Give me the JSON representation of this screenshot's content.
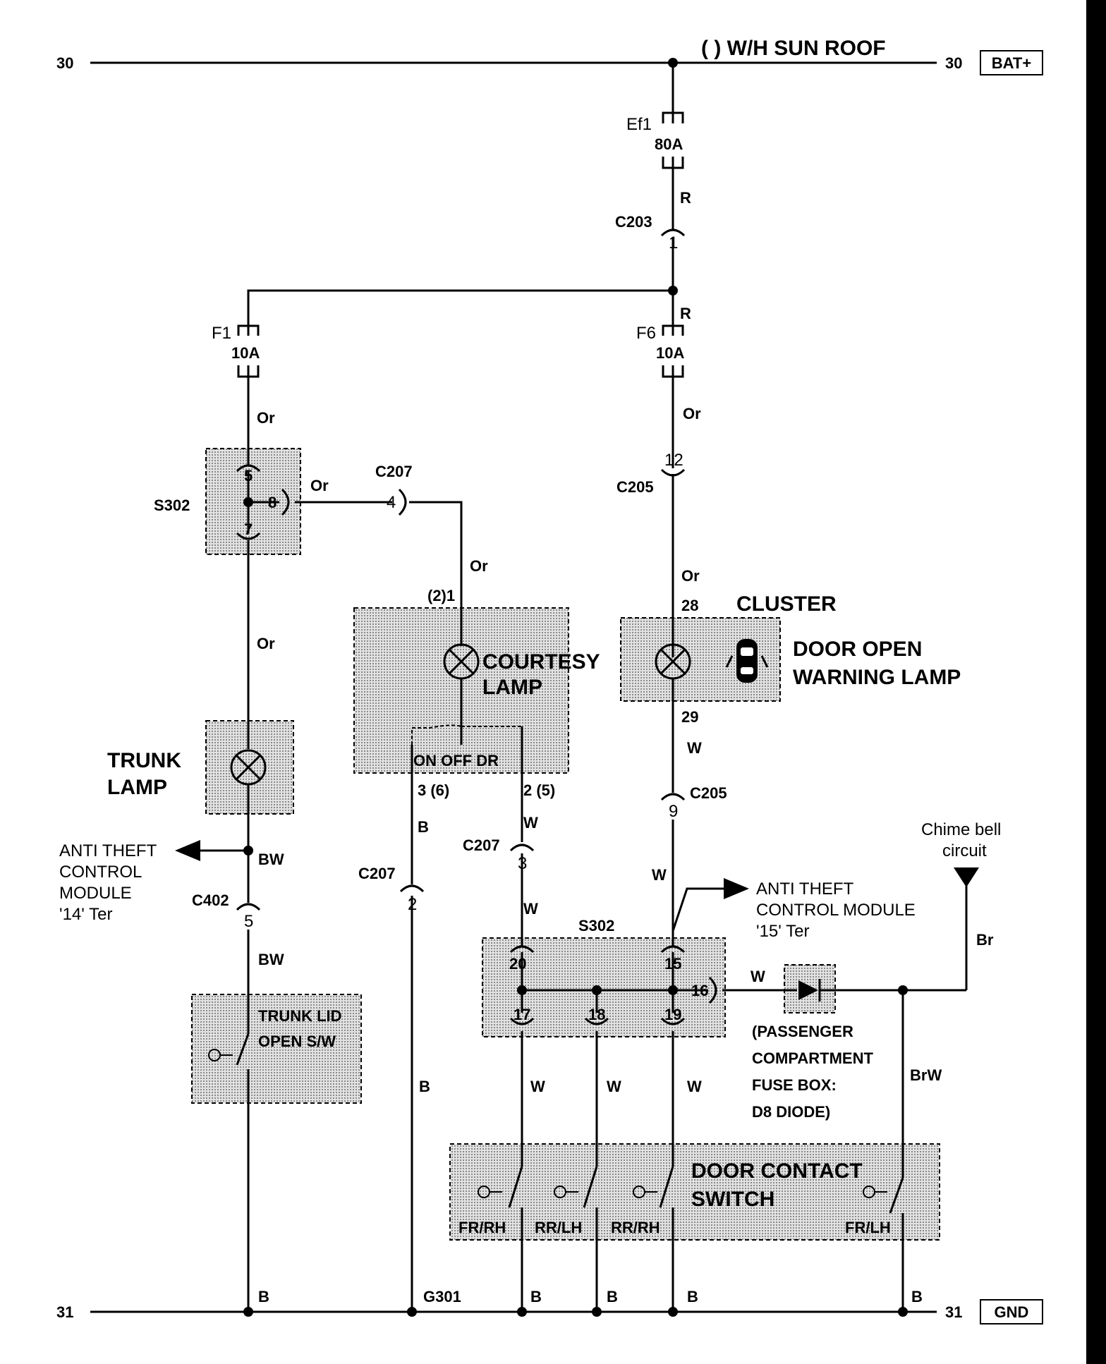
{
  "title": "( ) W/H SUN ROOF",
  "rails": {
    "top_left": "30",
    "top_right": "30",
    "top_tag": "BAT+",
    "bottom_left": "31",
    "bottom_right": "31",
    "bottom_tag": "GND"
  },
  "fuses": {
    "ef1_name": "Ef1",
    "ef1_rating": "80A",
    "f1_name": "F1",
    "f1_rating": "10A",
    "f6_name": "F6",
    "f6_rating": "10A"
  },
  "connectors": {
    "c203": "C203",
    "c203_pin": "1",
    "c205_a": "C205",
    "c205_a_pin": "12",
    "c205_b": "C205",
    "c205_b_pin": "9",
    "c207_a": "C207",
    "c207_a_pin": "4",
    "c207_b": "C207",
    "c207_b_pin": "3",
    "c207_c": "C207",
    "c207_c_pin": "2",
    "c402": "C402",
    "c402_pin": "5",
    "g301": "G301"
  },
  "splices": {
    "s302_top": "S302",
    "s302_top_pins": [
      "5",
      "8",
      "7"
    ],
    "s302_bottom": "S302",
    "s302_bottom_pins": [
      "20",
      "15",
      "16",
      "17",
      "18",
      "19"
    ]
  },
  "wire_colors": {
    "r1": "R",
    "r2": "R",
    "or1": "Or",
    "or2": "Or",
    "or3": "Or",
    "or4": "Or",
    "or5": "Or",
    "or6": "Or",
    "bw1": "BW",
    "bw2": "BW",
    "b1": "B",
    "b2": "B",
    "w1": "W",
    "w2": "W",
    "w3": "W",
    "w4": "W",
    "w5": "W",
    "w6": "W",
    "w7": "W",
    "w8": "W",
    "br": "Br",
    "brw": "BrW",
    "gb1": "B",
    "gb2": "B",
    "gb3": "B",
    "gb4": "B",
    "gb5": "B"
  },
  "components": {
    "trunk_lamp_l1": "TRUNK",
    "trunk_lamp_l2": "LAMP",
    "courtesy_l1": "COURTESY",
    "courtesy_l2": "LAMP",
    "courtesy_pin_top": "(2)1",
    "courtesy_switch": "ON OFF DR",
    "courtesy_pin_left": "3 (6)",
    "courtesy_pin_right": "2 (5)",
    "cluster": "CLUSTER",
    "cluster_pin_top": "28",
    "cluster_pin_bottom": "29",
    "door_warn_l1": "DOOR OPEN",
    "door_warn_l2": "WARNING LAMP",
    "trunk_sw_l1": "TRUNK LID",
    "trunk_sw_l2": "OPEN S/W",
    "door_sw_l1": "DOOR CONTACT",
    "door_sw_l2": "SWITCH",
    "door_positions": [
      "FR/RH",
      "RR/LH",
      "RR/RH",
      "FR/LH"
    ],
    "diode_l1": "(PASSENGER",
    "diode_l2": "COMPARTMENT",
    "diode_l3": "FUSE BOX:",
    "diode_l4": "D8 DIODE)",
    "chime_l1": "Chime bell",
    "chime_l2": "circuit",
    "atc14_l1": "ANTI THEFT",
    "atc14_l2": "CONTROL",
    "atc14_l3": "MODULE",
    "atc14_l4": "'14' Ter",
    "atc15_l1": "ANTI THEFT",
    "atc15_l2": "CONTROL MODULE",
    "atc15_l3": "'15' Ter"
  }
}
